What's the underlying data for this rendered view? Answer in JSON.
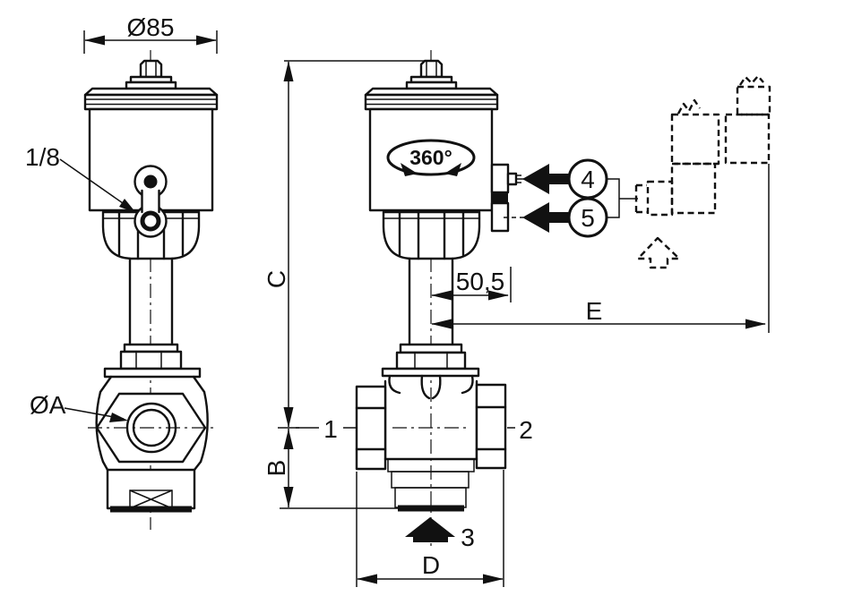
{
  "drawing": {
    "background_color": "#ffffff",
    "line_color": "#111111",
    "front_view": {
      "top_diameter_label": "Ø85",
      "pilot_port_label": "1/8",
      "port_diameter_label": "ØA"
    },
    "side_view": {
      "rotation_label": "360°",
      "port_1_label": "1",
      "port_2_label": "2",
      "port_3_label": "3"
    },
    "dimensions": {
      "c_label": "C",
      "b_label": "B",
      "d_label": "D",
      "e_label": "E",
      "side_offset_label": "50,5"
    },
    "callouts": {
      "callout_4_label": "4",
      "callout_5_label": "5"
    }
  }
}
